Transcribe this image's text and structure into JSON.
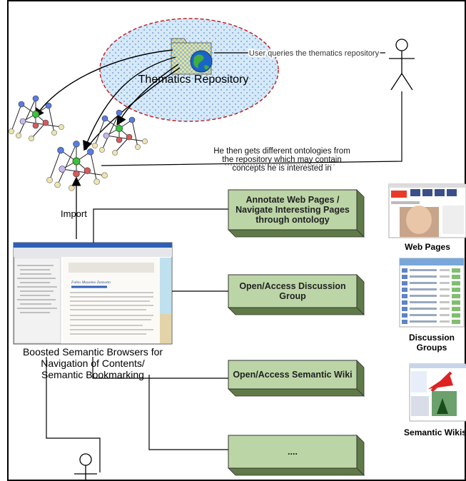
{
  "repository": {
    "label": "Thematics Repository"
  },
  "annotations": {
    "queries": "User queries the thematics repository",
    "gets_ontologies": [
      "He then gets different ontologies from",
      "the repository which may contain",
      "concepts he is interested in"
    ],
    "import": "Import"
  },
  "browser": {
    "caption": [
      "Boosted Semantic Browsers for",
      "Navigation of Contents/",
      "Semantic Bookmarking"
    ],
    "page_heading": "Fabio Massimo Zanzotto"
  },
  "actions": [
    {
      "label": [
        "Annotate Web Pages /",
        "Navigate Interesting Pages",
        "through ontology"
      ]
    },
    {
      "label": [
        "Open/Access Discussion",
        "Group"
      ]
    },
    {
      "label": [
        "Open/Access Semantic Wiki"
      ]
    },
    {
      "label": [
        "...."
      ]
    }
  ],
  "targets": [
    {
      "caption": [
        "Web Pages"
      ]
    },
    {
      "caption": [
        "Discussion",
        "Groups"
      ]
    },
    {
      "caption": [
        "Semantic Wikis"
      ]
    }
  ],
  "colors": {
    "box_face": "#bcd5a6",
    "box_side": "#5f7a47",
    "ellipse_fill": "#d6e9f8",
    "ellipse_border": "#c21f1f"
  }
}
